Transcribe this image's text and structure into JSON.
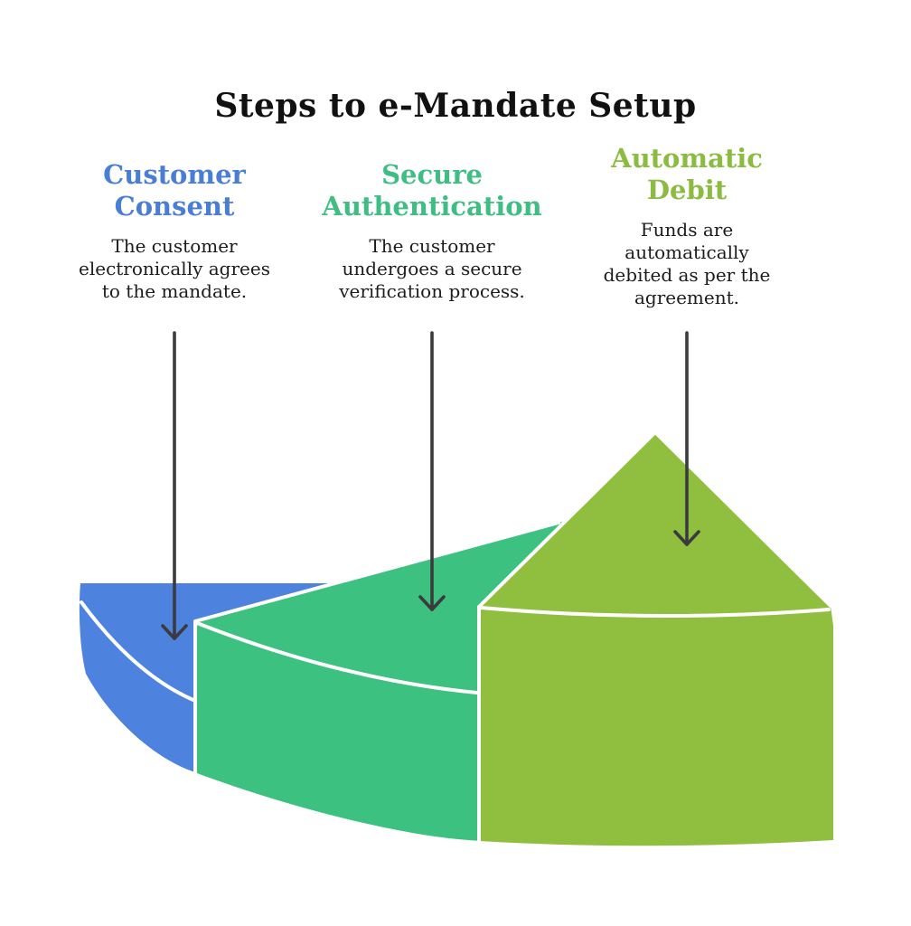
{
  "title": "Steps to e-Mandate Setup",
  "steps": [
    {
      "id": "customer-consent",
      "title": "Customer\nConsent",
      "description": "The customer\nelectronically agrees\nto the mandate.",
      "heading_color": "#4a7ed4",
      "wedge_color": "#4d82de"
    },
    {
      "id": "secure-authentication",
      "title": "Secure\nAuthentication",
      "description": "The customer\nundergoes a secure\nverification process.",
      "heading_color": "#3fbd83",
      "wedge_color": "#3dc180"
    },
    {
      "id": "automatic-debit",
      "title": "Automatic\nDebit",
      "description": "Funds are\nautomatically\ndebited as per the\nagreement.",
      "heading_color": "#8cbb41",
      "wedge_color": "#90bf40"
    }
  ],
  "arrow": {
    "color": "#3b3b3d"
  },
  "edge_stroke_color": "#ffffff",
  "background_color": "#ffffff",
  "title_color": "#111111"
}
